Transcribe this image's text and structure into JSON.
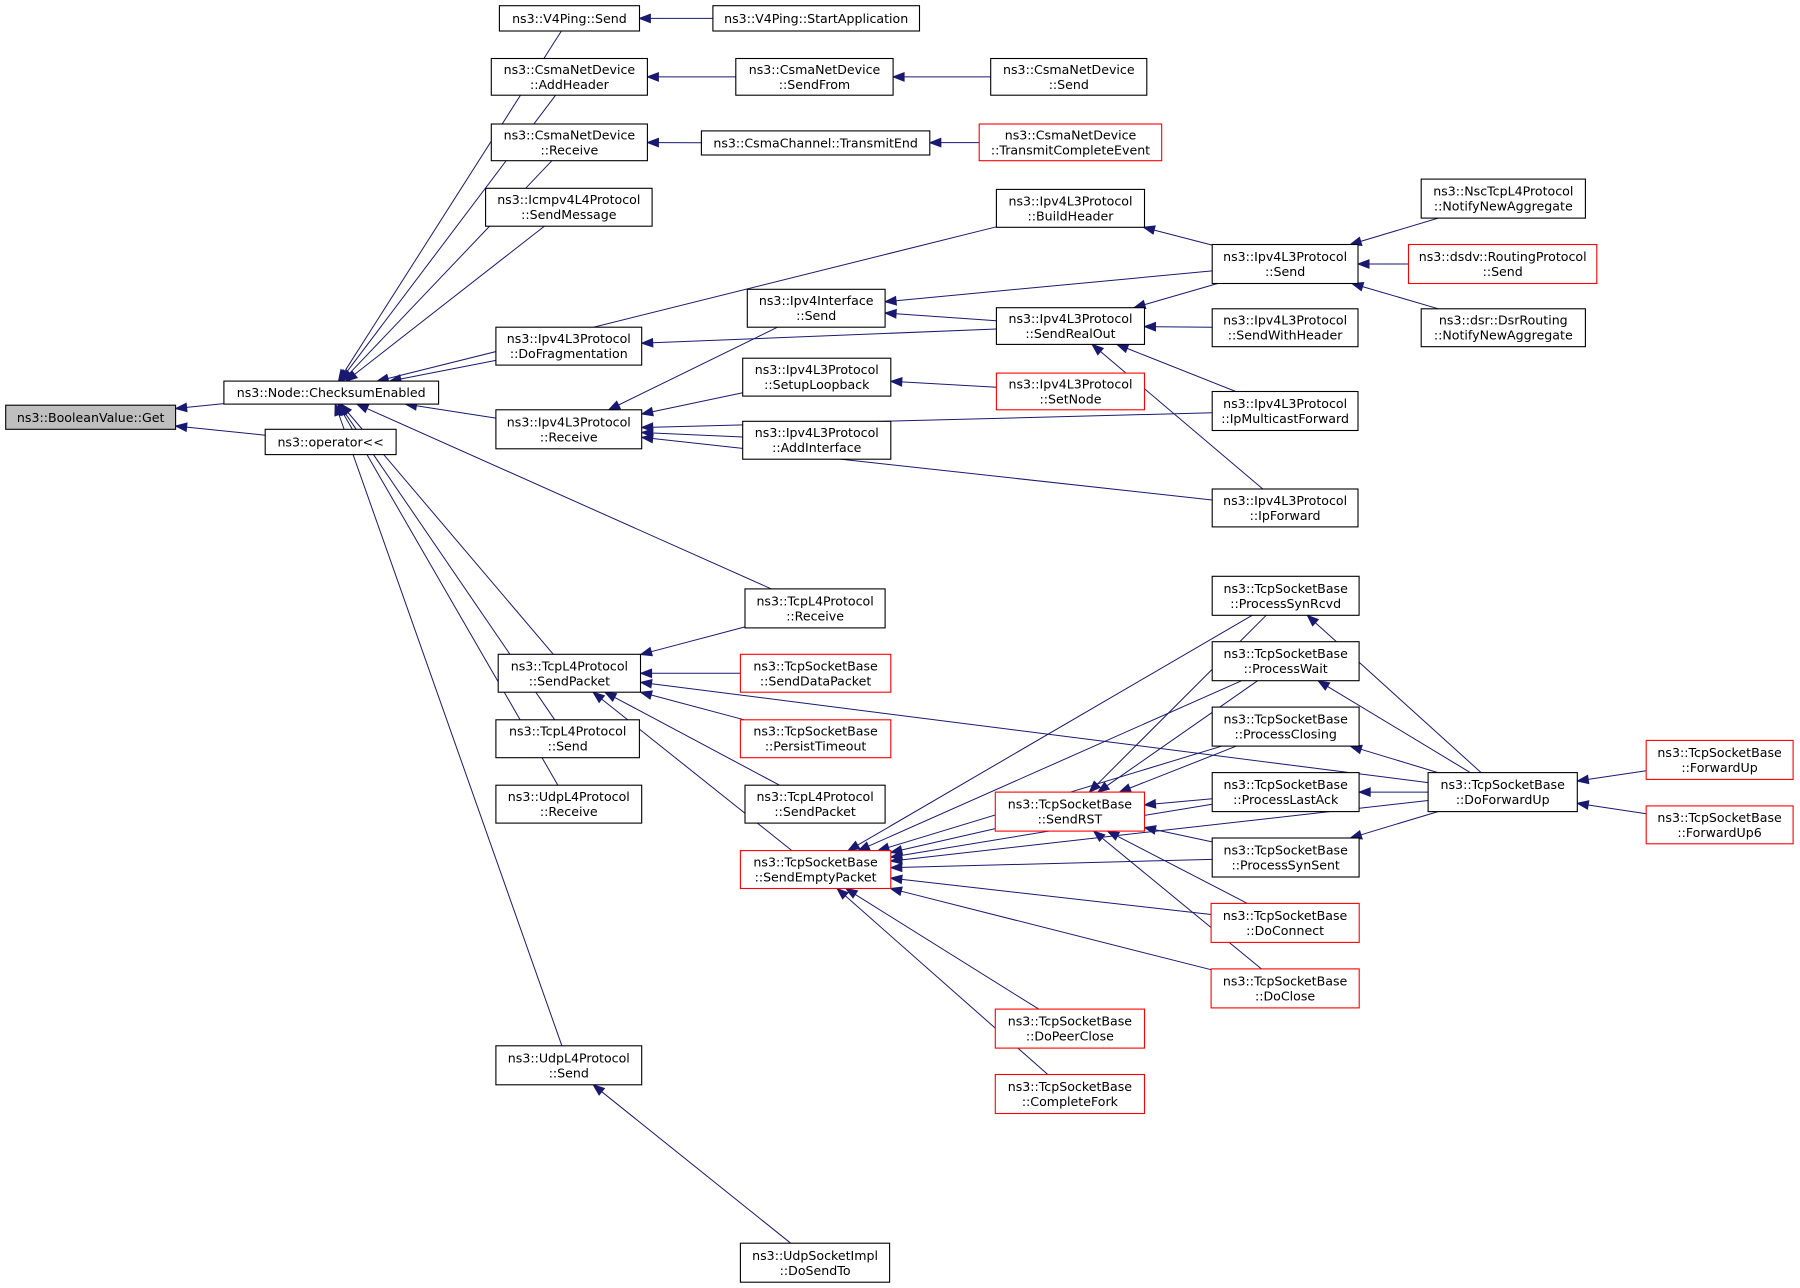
{
  "colors": {
    "edge": "#191970",
    "node_border": "#000000",
    "truncated_border": "#ff0000",
    "root_fill": "#bfbfbf"
  },
  "nodes": [
    {
      "id": "bv_get",
      "lines": [
        "ns3::BooleanValue::Get"
      ],
      "style": "root"
    },
    {
      "id": "checksum",
      "lines": [
        "ns3::Node::ChecksumEnabled"
      ],
      "style": "black"
    },
    {
      "id": "op",
      "lines": [
        "ns3::operator<<"
      ],
      "style": "black"
    },
    {
      "id": "v4ping_send",
      "lines": [
        "ns3::V4Ping::Send"
      ],
      "style": "black"
    },
    {
      "id": "v4ping_start",
      "lines": [
        "ns3::V4Ping::StartApplication"
      ],
      "style": "black"
    },
    {
      "id": "csma_addheader",
      "lines": [
        "ns3::CsmaNetDevice",
        "::AddHeader"
      ],
      "style": "black"
    },
    {
      "id": "csma_sendfrom",
      "lines": [
        "ns3::CsmaNetDevice",
        "::SendFrom"
      ],
      "style": "black"
    },
    {
      "id": "csma_send",
      "lines": [
        "ns3::CsmaNetDevice",
        "::Send"
      ],
      "style": "black"
    },
    {
      "id": "csma_receive",
      "lines": [
        "ns3::CsmaNetDevice",
        "::Receive"
      ],
      "style": "black"
    },
    {
      "id": "csmach_txend",
      "lines": [
        "ns3::CsmaChannel::TransmitEnd"
      ],
      "style": "black"
    },
    {
      "id": "csma_txcomplete",
      "lines": [
        "ns3::CsmaNetDevice",
        "::TransmitCompleteEvent"
      ],
      "style": "red"
    },
    {
      "id": "icmp_sendmsg",
      "lines": [
        "ns3::Icmpv4L4Protocol",
        "::SendMessage"
      ],
      "style": "black"
    },
    {
      "id": "ipv4_buildheader",
      "lines": [
        "ns3::Ipv4L3Protocol",
        "::BuildHeader"
      ],
      "style": "black"
    },
    {
      "id": "ipv4_send",
      "lines": [
        "ns3::Ipv4L3Protocol",
        "::Send"
      ],
      "style": "black"
    },
    {
      "id": "nsc_notify",
      "lines": [
        "ns3::NscTcpL4Protocol",
        "::NotifyNewAggregate"
      ],
      "style": "black"
    },
    {
      "id": "dsdv_send",
      "lines": [
        "ns3::dsdv::RoutingProtocol",
        "::Send"
      ],
      "style": "red"
    },
    {
      "id": "dsr_notify",
      "lines": [
        "ns3::dsr::DsrRouting",
        "::NotifyNewAggregate"
      ],
      "style": "black"
    },
    {
      "id": "ipv4if_send",
      "lines": [
        "ns3::Ipv4Interface",
        "::Send"
      ],
      "style": "black"
    },
    {
      "id": "ipv4_sendrealout",
      "lines": [
        "ns3::Ipv4L3Protocol",
        "::SendRealOut"
      ],
      "style": "black"
    },
    {
      "id": "ipv4_sendwithheader",
      "lines": [
        "ns3::Ipv4L3Protocol",
        "::SendWithHeader"
      ],
      "style": "black"
    },
    {
      "id": "ipv4_dofrag",
      "lines": [
        "ns3::Ipv4L3Protocol",
        "::DoFragmentation"
      ],
      "style": "black"
    },
    {
      "id": "ipv4_setuploop",
      "lines": [
        "ns3::Ipv4L3Protocol",
        "::SetupLoopback"
      ],
      "style": "black"
    },
    {
      "id": "ipv4_setnode",
      "lines": [
        "ns3::Ipv4L3Protocol",
        "::SetNode"
      ],
      "style": "red"
    },
    {
      "id": "ipv4_ipmcast",
      "lines": [
        "ns3::Ipv4L3Protocol",
        "::IpMulticastForward"
      ],
      "style": "black"
    },
    {
      "id": "ipv4_receive",
      "lines": [
        "ns3::Ipv4L3Protocol",
        "::Receive"
      ],
      "style": "black"
    },
    {
      "id": "ipv4_addif",
      "lines": [
        "ns3::Ipv4L3Protocol",
        "::AddInterface"
      ],
      "style": "black"
    },
    {
      "id": "ipv4_ipforward",
      "lines": [
        "ns3::Ipv4L3Protocol",
        "::IpForward"
      ],
      "style": "black"
    },
    {
      "id": "tcpl4_receive",
      "lines": [
        "ns3::TcpL4Protocol",
        "::Receive"
      ],
      "style": "black"
    },
    {
      "id": "tcpl4_sendpacket",
      "lines": [
        "ns3::TcpL4Protocol",
        "::SendPacket"
      ],
      "style": "black"
    },
    {
      "id": "tsb_senddata",
      "lines": [
        "ns3::TcpSocketBase",
        "::SendDataPacket"
      ],
      "style": "red"
    },
    {
      "id": "tsb_persist",
      "lines": [
        "ns3::TcpSocketBase",
        "::PersistTimeout"
      ],
      "style": "red"
    },
    {
      "id": "tcpl4_sendpacket2",
      "lines": [
        "ns3::TcpL4Protocol",
        "::SendPacket"
      ],
      "style": "black"
    },
    {
      "id": "tsb_sendempty",
      "lines": [
        "ns3::TcpSocketBase",
        "::SendEmptyPacket"
      ],
      "style": "red"
    },
    {
      "id": "tcpl4_send",
      "lines": [
        "ns3::TcpL4Protocol",
        "::Send"
      ],
      "style": "black"
    },
    {
      "id": "udpl4_receive",
      "lines": [
        "ns3::UdpL4Protocol",
        "::Receive"
      ],
      "style": "black"
    },
    {
      "id": "udpl4_send",
      "lines": [
        "ns3::UdpL4Protocol",
        "::Send"
      ],
      "style": "black"
    },
    {
      "id": "udp_dosendto",
      "lines": [
        "ns3::UdpSocketImpl",
        "::DoSendTo"
      ],
      "style": "black"
    },
    {
      "id": "tsb_synrcvd",
      "lines": [
        "ns3::TcpSocketBase",
        "::ProcessSynRcvd"
      ],
      "style": "black"
    },
    {
      "id": "tsb_wait",
      "lines": [
        "ns3::TcpSocketBase",
        "::ProcessWait"
      ],
      "style": "black"
    },
    {
      "id": "tsb_closing",
      "lines": [
        "ns3::TcpSocketBase",
        "::ProcessClosing"
      ],
      "style": "black"
    },
    {
      "id": "tsb_lastack",
      "lines": [
        "ns3::TcpSocketBase",
        "::ProcessLastAck"
      ],
      "style": "black"
    },
    {
      "id": "tsb_synsent",
      "lines": [
        "ns3::TcpSocketBase",
        "::ProcessSynSent"
      ],
      "style": "black"
    },
    {
      "id": "tsb_sendrst",
      "lines": [
        "ns3::TcpSocketBase",
        "::SendRST"
      ],
      "style": "red"
    },
    {
      "id": "tsb_doconnect",
      "lines": [
        "ns3::TcpSocketBase",
        "::DoConnect"
      ],
      "style": "red"
    },
    {
      "id": "tsb_doclose",
      "lines": [
        "ns3::TcpSocketBase",
        "::DoClose"
      ],
      "style": "red"
    },
    {
      "id": "tsb_dopeerclose",
      "lines": [
        "ns3::TcpSocketBase",
        "::DoPeerClose"
      ],
      "style": "red"
    },
    {
      "id": "tsb_completefork",
      "lines": [
        "ns3::TcpSocketBase",
        "::CompleteFork"
      ],
      "style": "red"
    },
    {
      "id": "tsb_doforwardup",
      "lines": [
        "ns3::TcpSocketBase",
        "::DoForwardUp"
      ],
      "style": "black"
    },
    {
      "id": "tsb_forwardup",
      "lines": [
        "ns3::TcpSocketBase",
        "::ForwardUp"
      ],
      "style": "red"
    },
    {
      "id": "tsb_forwardup6",
      "lines": [
        "ns3::TcpSocketBase",
        "::ForwardUp6"
      ],
      "style": "red"
    }
  ],
  "edges": [
    {
      "from": "checksum",
      "to": "bv_get"
    },
    {
      "from": "op",
      "to": "bv_get"
    },
    {
      "from": "v4ping_send",
      "to": "checksum"
    },
    {
      "from": "csma_addheader",
      "to": "checksum"
    },
    {
      "from": "csma_receive",
      "to": "checksum"
    },
    {
      "from": "icmp_sendmsg",
      "to": "checksum"
    },
    {
      "from": "ipv4_buildheader",
      "to": "checksum"
    },
    {
      "from": "ipv4_dofrag",
      "to": "checksum"
    },
    {
      "from": "ipv4_receive",
      "to": "checksum"
    },
    {
      "from": "tcpl4_receive",
      "to": "checksum"
    },
    {
      "from": "tcpl4_sendpacket",
      "to": "checksum"
    },
    {
      "from": "tcpl4_send",
      "to": "checksum"
    },
    {
      "from": "udpl4_receive",
      "to": "checksum"
    },
    {
      "from": "udpl4_send",
      "to": "checksum"
    },
    {
      "from": "v4ping_start",
      "to": "v4ping_send"
    },
    {
      "from": "csma_sendfrom",
      "to": "csma_addheader"
    },
    {
      "from": "csma_send",
      "to": "csma_sendfrom"
    },
    {
      "from": "csmach_txend",
      "to": "csma_receive"
    },
    {
      "from": "csma_txcomplete",
      "to": "csmach_txend"
    },
    {
      "from": "ipv4_send",
      "to": "ipv4_buildheader"
    },
    {
      "from": "nsc_notify",
      "to": "ipv4_send"
    },
    {
      "from": "dsdv_send",
      "to": "ipv4_send"
    },
    {
      "from": "dsr_notify",
      "to": "ipv4_send"
    },
    {
      "from": "ipv4_send",
      "to": "ipv4if_send"
    },
    {
      "from": "ipv4_sendrealout",
      "to": "ipv4if_send"
    },
    {
      "from": "ipv4_send",
      "to": "ipv4_sendrealout"
    },
    {
      "from": "ipv4_sendwithheader",
      "to": "ipv4_sendrealout"
    },
    {
      "from": "ipv4_ipmcast",
      "to": "ipv4_sendrealout"
    },
    {
      "from": "ipv4_ipforward",
      "to": "ipv4_sendrealout"
    },
    {
      "from": "ipv4_sendrealout",
      "to": "ipv4_dofrag"
    },
    {
      "from": "ipv4if_send",
      "to": "ipv4_receive"
    },
    {
      "from": "ipv4_setuploop",
      "to": "ipv4_receive"
    },
    {
      "from": "ipv4_addif",
      "to": "ipv4_receive"
    },
    {
      "from": "ipv4_ipmcast",
      "to": "ipv4_receive"
    },
    {
      "from": "ipv4_ipforward",
      "to": "ipv4_receive"
    },
    {
      "from": "ipv4_setnode",
      "to": "ipv4_setuploop"
    },
    {
      "from": "tcpl4_receive",
      "to": "tcpl4_sendpacket"
    },
    {
      "from": "tsb_senddata",
      "to": "tcpl4_sendpacket"
    },
    {
      "from": "tsb_persist",
      "to": "tcpl4_sendpacket"
    },
    {
      "from": "tcpl4_sendpacket2",
      "to": "tcpl4_sendpacket"
    },
    {
      "from": "tsb_sendempty",
      "to": "tcpl4_sendpacket"
    },
    {
      "from": "tsb_doforwardup",
      "to": "tcpl4_sendpacket"
    },
    {
      "from": "tsb_sendrst",
      "to": "tsb_sendempty"
    },
    {
      "from": "tsb_synrcvd",
      "to": "tsb_sendempty"
    },
    {
      "from": "tsb_wait",
      "to": "tsb_sendempty"
    },
    {
      "from": "tsb_closing",
      "to": "tsb_sendempty"
    },
    {
      "from": "tsb_lastack",
      "to": "tsb_sendempty"
    },
    {
      "from": "tsb_synsent",
      "to": "tsb_sendempty"
    },
    {
      "from": "tsb_doconnect",
      "to": "tsb_sendempty"
    },
    {
      "from": "tsb_doclose",
      "to": "tsb_sendempty"
    },
    {
      "from": "tsb_dopeerclose",
      "to": "tsb_sendempty"
    },
    {
      "from": "tsb_completefork",
      "to": "tsb_sendempty"
    },
    {
      "from": "tsb_doforwardup",
      "to": "tsb_sendempty"
    },
    {
      "from": "tsb_synrcvd",
      "to": "tsb_sendrst"
    },
    {
      "from": "tsb_wait",
      "to": "tsb_sendrst"
    },
    {
      "from": "tsb_closing",
      "to": "tsb_sendrst"
    },
    {
      "from": "tsb_lastack",
      "to": "tsb_sendrst"
    },
    {
      "from": "tsb_synsent",
      "to": "tsb_sendrst"
    },
    {
      "from": "tsb_doconnect",
      "to": "tsb_sendrst"
    },
    {
      "from": "tsb_doclose",
      "to": "tsb_sendrst"
    },
    {
      "from": "tsb_doforwardup",
      "to": "tsb_synrcvd"
    },
    {
      "from": "tsb_doforwardup",
      "to": "tsb_wait"
    },
    {
      "from": "tsb_doforwardup",
      "to": "tsb_closing"
    },
    {
      "from": "tsb_doforwardup",
      "to": "tsb_lastack"
    },
    {
      "from": "tsb_doforwardup",
      "to": "tsb_synsent"
    },
    {
      "from": "tsb_forwardup",
      "to": "tsb_doforwardup"
    },
    {
      "from": "tsb_forwardup6",
      "to": "tsb_doforwardup"
    },
    {
      "from": "udp_dosendto",
      "to": "udpl4_send"
    }
  ]
}
